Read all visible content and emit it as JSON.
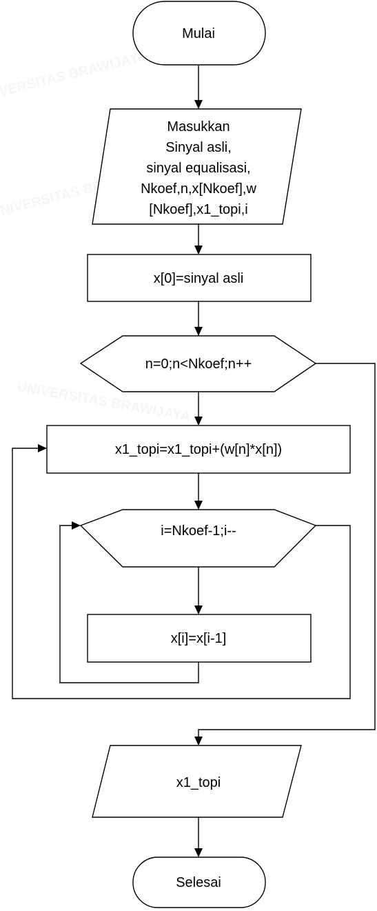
{
  "flowchart": {
    "start_label": "Mulai",
    "input_lines": [
      "Masukkan",
      "Sinyal asli,",
      "sinyal equalisasi,",
      "Nkoef,n,x[Nkoef],w",
      "[Nkoef],x1_topi,i"
    ],
    "init_label": "x[0]=sinyal asli",
    "loop_outer_label": "n=0;n<Nkoef;n++",
    "accumulate_label": "x1_topi=x1_topi+(w[n]*x[n])",
    "loop_inner_label": "i=Nkoef-1;i--",
    "shift_label": "x[i]=x[i-1]",
    "output_label": "x1_topi",
    "end_label": "Selesai"
  },
  "watermark": {
    "text": "UNIVERSITAS BRAWIJAYA",
    "color": "#bdbdbd"
  }
}
